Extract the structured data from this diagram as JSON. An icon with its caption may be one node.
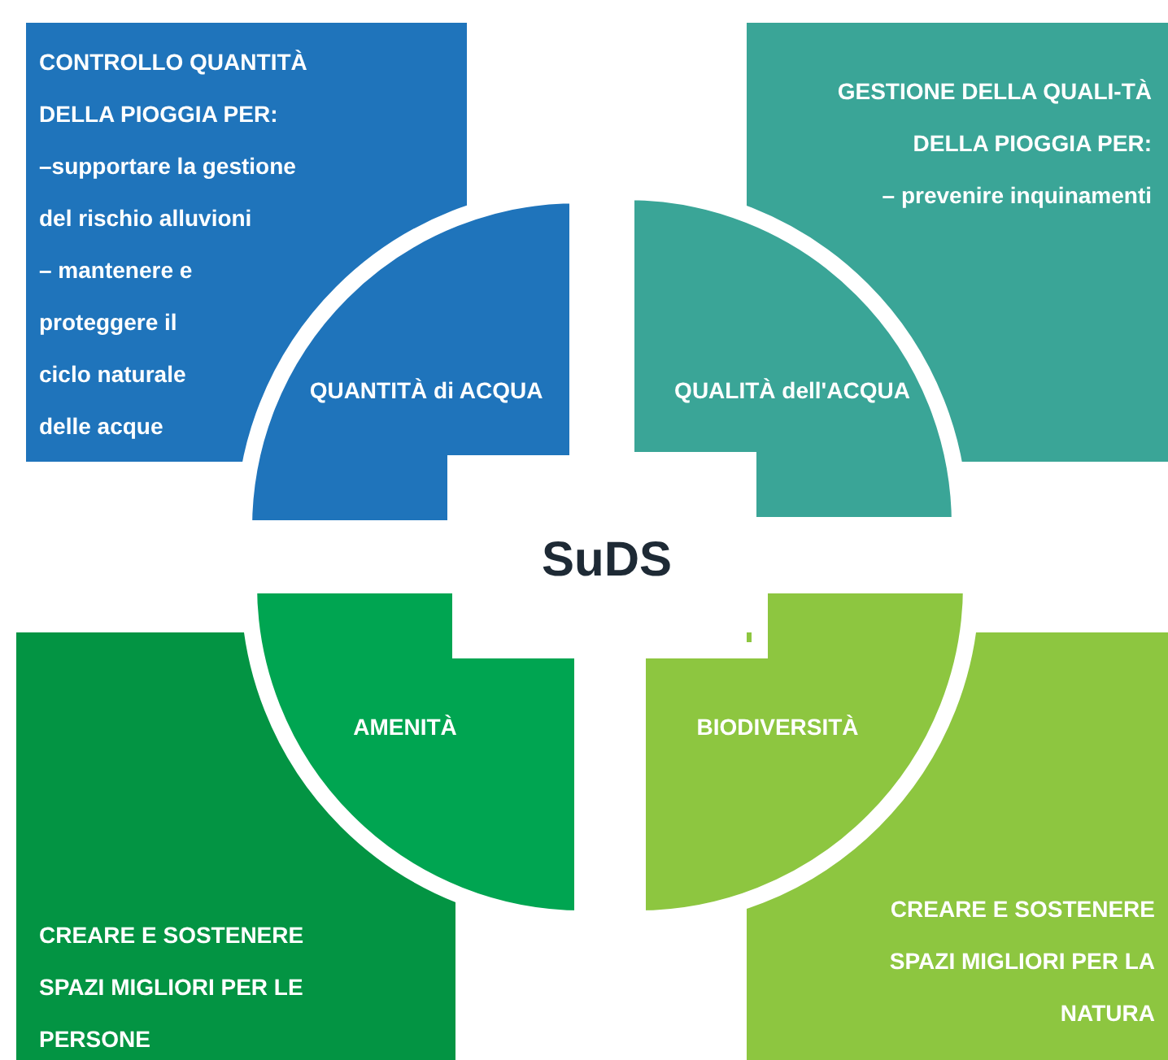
{
  "diagram": {
    "nodes": [
      {
        "text": [
          "CONTROLLO QUANTITÀ DELLA PIOGGIA PER:",
          "–supportare la gestione del rischio alluvioni",
          "– mantenere e proteggere il ciclo naturale delle acque"
        ]
      },
      {
        "text": [
          "GESTIONE DELLA QUALI-TÀ DELLA PIOGGIA PER:",
          "– prevenire inquinamenti"
        ]
      },
      {
        "text": [
          "QUANTITÀ di ACQUA"
        ]
      },
      {
        "text": [
          "QUALITÀ dell'ACQUA"
        ]
      },
      {
        "text": [
          "AMENITÀ"
        ]
      },
      {
        "text": [
          "BIODIVERSITÀ"
        ]
      },
      {
        "text": [
          "CREARE E SOSTENERE SPAZI MIGLIORI PER LE PERSONE"
        ]
      },
      {
        "text": [
          "CREARE E SOSTENERE SPAZI MIGLIORI PER LA NATURA"
        ]
      }
    ],
    "edges": [],
    "labels": [
      "SuDS"
    ]
  }
}
